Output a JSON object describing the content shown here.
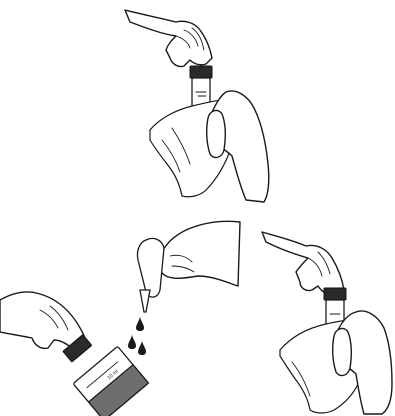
{
  "steps": [
    {
      "id": "wipe-vial-top"
    },
    {
      "id": "add-reagent-drops"
    },
    {
      "id": "wipe-vial-right"
    }
  ],
  "vial_label": "10 ml",
  "colors": {
    "ink": "#1a1a1a",
    "liquid": "#6e6e6e",
    "cap": "#2a2a2a",
    "background": "#ffffff"
  }
}
